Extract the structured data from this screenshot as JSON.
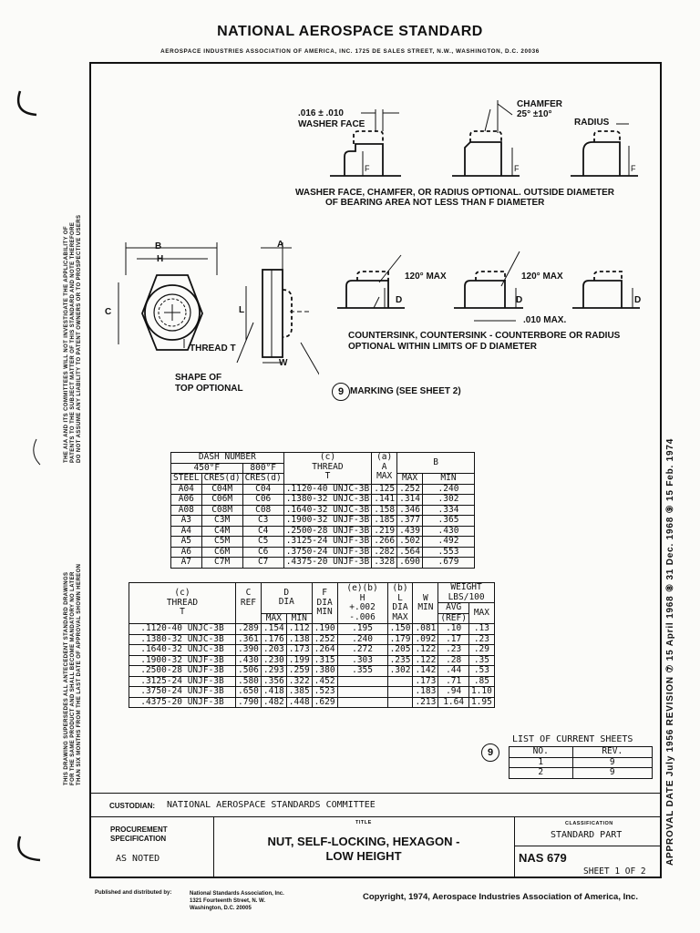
{
  "header": {
    "title": "NATIONAL AEROSPACE STANDARD",
    "subtitle": "AEROSPACE INDUSTRIES ASSOCIATION OF AMERICA, INC. 1725 DE SALES STREET, N.W., WASHINGTON, D.C. 20036"
  },
  "top_views": {
    "washer_face_dim": ".016 ± .010",
    "washer_face": "WASHER FACE",
    "chamfer": "CHAMFER",
    "chamfer_angle": "25° ±10°",
    "radius": "RADIUS",
    "f_label": "F",
    "note_line1": "WASHER FACE, CHAMFER, OR RADIUS OPTIONAL.  OUTSIDE DIAMETER",
    "note_line2": "OF BEARING AREA NOT LESS THAN F DIAMETER"
  },
  "hex_views": {
    "b": "B",
    "h": "H",
    "c": "C",
    "a": "A",
    "l": "L",
    "w": "W",
    "thread": "THREAD T",
    "shape_line1": "SHAPE OF",
    "shape_line2": "TOP OPTIONAL",
    "marking_num": "9",
    "marking": "MARKING (SEE SHEET 2)"
  },
  "countersink_views": {
    "angle1": "120° MAX",
    "angle2": "120° MAX",
    "d": "D",
    "dim": ".010 MAX.",
    "note_line1": "COUNTERSINK, COUNTERSINK - COUNTERBORE OR RADIUS",
    "note_line2": "OPTIONAL WITHIN LIMITS OF D DIAMETER"
  },
  "table1": {
    "h_dash": "DASH NUMBER",
    "h_450": "450°F",
    "h_800": "800°F",
    "h_steel": "STEEL",
    "h_cres": "CRES(d)",
    "h_cres2": "CRES(d)",
    "h_thread_c": "(c)",
    "h_thread": "THREAD",
    "h_thread_t": "T",
    "h_a_note": "(a)",
    "h_a": "A",
    "h_a_max": "MAX",
    "h_b": "B",
    "h_b_max": "MAX",
    "h_b_min": "MIN",
    "rows": [
      {
        "steel": "A04",
        "cres": "C04M",
        "cres2": "C04",
        "thread": ".1120-40 UNJC-3B",
        "a": ".125",
        "bmax": ".252",
        "bmin": ".240"
      },
      {
        "steel": "A06",
        "cres": "C06M",
        "cres2": "C06",
        "thread": ".1380-32 UNJC-3B",
        "a": ".141",
        "bmax": ".314",
        "bmin": ".302"
      },
      {
        "steel": "A08",
        "cres": "C08M",
        "cres2": "C08",
        "thread": ".1640-32 UNJC-3B",
        "a": ".158",
        "bmax": ".346",
        "bmin": ".334"
      },
      {
        "steel": "A3",
        "cres": "C3M",
        "cres2": "C3",
        "thread": ".1900-32 UNJF-3B",
        "a": ".185",
        "bmax": ".377",
        "bmin": ".365"
      },
      {
        "steel": "A4",
        "cres": "C4M",
        "cres2": "C4",
        "thread": ".2500-28 UNJF-3B",
        "a": ".219",
        "bmax": ".439",
        "bmin": ".430"
      },
      {
        "steel": "A5",
        "cres": "C5M",
        "cres2": "C5",
        "thread": ".3125-24 UNJF-3B",
        "a": ".266",
        "bmax": ".502",
        "bmin": ".492"
      },
      {
        "steel": "A6",
        "cres": "C6M",
        "cres2": "C6",
        "thread": ".3750-24 UNJF-3B",
        "a": ".282",
        "bmax": ".564",
        "bmin": ".553"
      },
      {
        "steel": "A7",
        "cres": "C7M",
        "cres2": "C7",
        "thread": ".4375-20 UNJF-3B",
        "a": ".328",
        "bmax": ".690",
        "bmin": ".679"
      }
    ]
  },
  "table2": {
    "h_thread_c": "(c)",
    "h_thread": "THREAD",
    "h_thread_t": "T",
    "h_c": "C",
    "h_c_ref": "REF",
    "h_d": "D",
    "h_d_dia": "DIA",
    "h_d_max": "MAX",
    "h_d_min": "MIN",
    "h_f": "F",
    "h_f_dia": "DIA",
    "h_f_min": "MIN",
    "h_h_note": "(e)(b)",
    "h_h": "H",
    "h_h_tol1": "+.002",
    "h_h_tol2": "-.006",
    "h_l_note": "(b)",
    "h_l": "L",
    "h_l_dia": "DIA",
    "h_l_max": "MAX",
    "h_w": "W",
    "h_w_min": "MIN",
    "h_weight": "WEIGHT",
    "h_weight_unit": "LBS/100",
    "h_avg": "AVG",
    "h_ref": "(REF)",
    "h_wmax": "MAX",
    "rows": [
      {
        "thread": ".1120-40 UNJC-3B",
        "c": ".289",
        "dmax": ".154",
        "dmin": ".112",
        "f": ".190",
        "h": ".195",
        "l": ".150",
        "w": ".081",
        "avg": ".10",
        "wmax": ".13"
      },
      {
        "thread": ".1380-32 UNJC-3B",
        "c": ".361",
        "dmax": ".176",
        "dmin": ".138",
        "f": ".252",
        "h": ".240",
        "l": ".179",
        "w": ".092",
        "avg": ".17",
        "wmax": ".23"
      },
      {
        "thread": ".1640-32 UNJC-3B",
        "c": ".390",
        "dmax": ".203",
        "dmin": ".173",
        "f": ".264",
        "h": ".272",
        "l": ".205",
        "w": ".122",
        "avg": ".23",
        "wmax": ".29"
      },
      {
        "thread": ".1900-32 UNJF-3B",
        "c": ".430",
        "dmax": ".230",
        "dmin": ".199",
        "f": ".315",
        "h": ".303",
        "l": ".235",
        "w": ".122",
        "avg": ".28",
        "wmax": ".35"
      },
      {
        "thread": ".2500-28 UNJF-3B",
        "c": ".506",
        "dmax": ".293",
        "dmin": ".259",
        "f": ".380",
        "h": ".355",
        "l": ".302",
        "w": ".142",
        "avg": ".44",
        "wmax": ".53"
      },
      {
        "thread": ".3125-24 UNJF-3B",
        "c": ".580",
        "dmax": ".356",
        "dmin": ".322",
        "f": ".452",
        "h": "",
        "l": "",
        "w": ".173",
        "avg": ".71",
        "wmax": ".85"
      },
      {
        "thread": ".3750-24 UNJF-3B",
        "c": ".650",
        "dmax": ".418",
        "dmin": ".385",
        "f": ".523",
        "h": "",
        "l": "",
        "w": ".183",
        "avg": ".94",
        "wmax": "1.10"
      },
      {
        "thread": ".4375-20 UNJF-3B",
        "c": ".790",
        "dmax": ".482",
        "dmin": ".448",
        "f": ".629",
        "h": "",
        "l": "",
        "w": ".213",
        "avg": "1.64",
        "wmax": "1.95"
      }
    ]
  },
  "sheets": {
    "num": "9",
    "title": "LIST OF CURRENT SHEETS",
    "h_no": "NO.",
    "h_rev": "REV.",
    "rows": [
      {
        "no": "1",
        "rev": "9"
      },
      {
        "no": "2",
        "rev": "9"
      }
    ]
  },
  "title_block": {
    "custodian_label": "CUSTODIAN:",
    "custodian": "NATIONAL AEROSPACE STANDARDS COMMITTEE",
    "proc_label1": "PROCUREMENT",
    "proc_label2": "SPECIFICATION",
    "proc_value": "AS NOTED",
    "title_label": "TITLE",
    "title1": "NUT, SELF-LOCKING, HEXAGON -",
    "title2": "LOW HEIGHT",
    "class_label": "CLASSIFICATION",
    "class_value": "STANDARD PART",
    "number": "NAS 679",
    "sheet": "SHEET 1 OF 2"
  },
  "footer": {
    "pub1": "Published and distributed by:",
    "pub2": "National Standards Association, Inc.",
    "pub3": "1321 Fourteenth Street, N. W.",
    "pub4": "Washington, D.C.   20005",
    "copyright": "Copyright, 1974, Aerospace Industries Association of America, Inc."
  },
  "side_left": {
    "upper1": "THE AIA AND ITS COMMITTEES WILL NOT INVESTIGATE THE APPLICABILITY OF",
    "upper2": "PATENTS TO THE SUBJECT MATTER OF THIS STANDARD AND NOTE THEREFORE",
    "upper3": "DO NOT ASSUME ANY LIABILITY TO PATENT OWNERS OR TO PROSPECTIVE USERS",
    "lower1": "THIS DRAWING SUPERSEDES ALL ANTECEDENT STANDARD DRAWINGS",
    "lower2": "FOR THE SAME PRODUCT AND SHALL BECOME MANDATORY NO LATER",
    "lower3": "THAN SIX MONTHS FROM THE LAST DATE OF APPROVAL SHOWN HEREON"
  },
  "side_right": {
    "text": "APPROVAL DATE July 1956 REVISION ⑦ 15 April 1968 ⑧ 31 Dec. 1968 ⑨ 15 Feb. 1974"
  }
}
